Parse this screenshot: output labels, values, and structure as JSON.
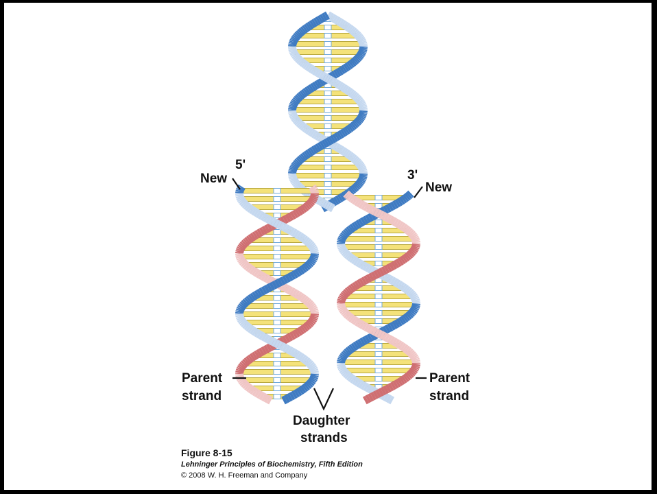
{
  "labels": {
    "five_prime": "5'",
    "three_prime": "3'",
    "new_left": "New",
    "new_right": "New",
    "parent_left_1": "Parent",
    "parent_left_2": "strand",
    "parent_right_1": "Parent",
    "parent_right_2": "strand",
    "daughter_1": "Daughter",
    "daughter_2": "strands"
  },
  "caption": {
    "figure": "Figure 8-15",
    "book": "Lehninger Principles of Biochemistry, Fifth Edition",
    "copyright": "© 2008 W. H. Freeman and Company"
  },
  "colors": {
    "parent_strand_front": "#c5d8ef",
    "parent_strand_back": "#3f7bc2",
    "new_strand_front": "#f0c6c6",
    "new_strand_back": "#cf6f72",
    "base_pair": "#f4e27a",
    "base_pair_edge": "#a8961f",
    "hydrogen_bond": "#6fa8dc"
  }
}
